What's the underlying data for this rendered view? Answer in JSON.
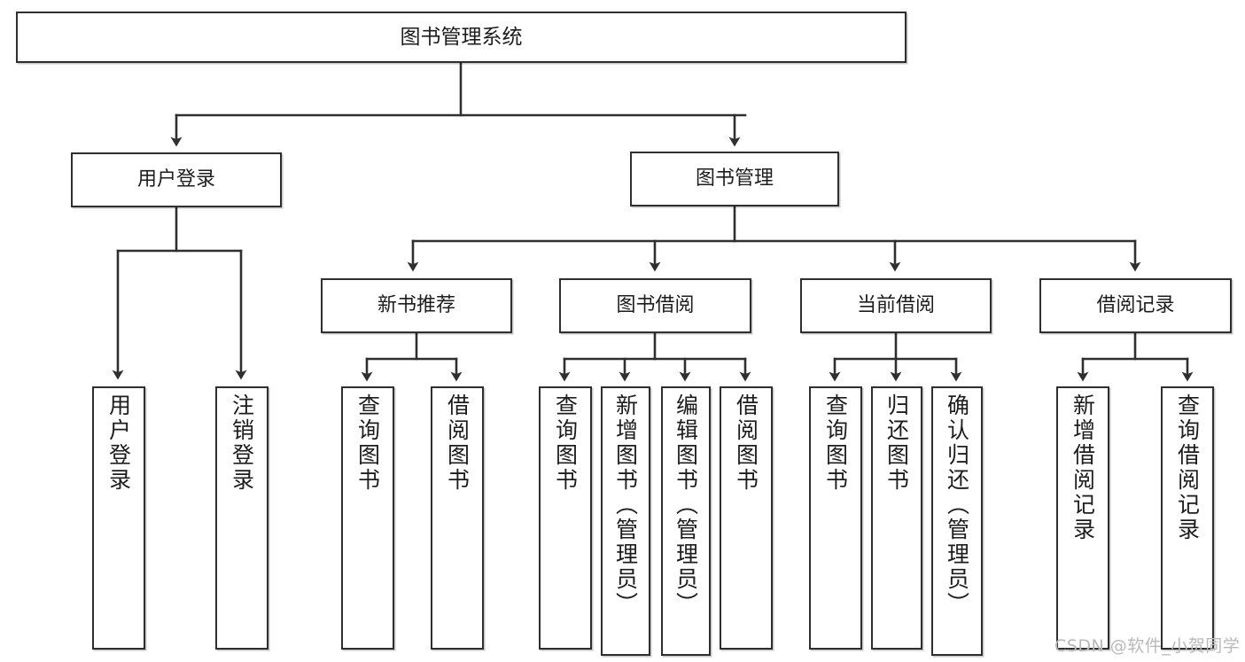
{
  "diagram": {
    "title": "图书管理系统",
    "type": "tree-hierarchy",
    "watermark": "CSDN @软件_小贺同学",
    "colors": {
      "stroke": "#2f2f2f",
      "fill": "#ffffff",
      "text": "#1d1d1d",
      "watermark": "#b9b9b9"
    },
    "levels": [
      {
        "level": 1,
        "nodes": [
          {
            "id": "root",
            "label": "图书管理系统",
            "orientation": "horizontal"
          }
        ]
      },
      {
        "level": 2,
        "nodes": [
          {
            "id": "login",
            "label": "用户登录",
            "orientation": "horizontal",
            "parent": "root"
          },
          {
            "id": "bookmgmt",
            "label": "图书管理",
            "orientation": "horizontal",
            "parent": "root"
          }
        ]
      },
      {
        "level": 3,
        "nodes": [
          {
            "id": "newbook",
            "label": "新书推荐",
            "orientation": "horizontal",
            "parent": "bookmgmt"
          },
          {
            "id": "borrow",
            "label": "图书借阅",
            "orientation": "horizontal",
            "parent": "bookmgmt"
          },
          {
            "id": "current",
            "label": "当前借阅",
            "orientation": "horizontal",
            "parent": "bookmgmt"
          },
          {
            "id": "record",
            "label": "借阅记录",
            "orientation": "horizontal",
            "parent": "bookmgmt"
          }
        ]
      },
      {
        "level": 4,
        "nodes": [
          {
            "id": "leaf-user-login",
            "label": "用户登录",
            "orientation": "vertical",
            "parent": "login"
          },
          {
            "id": "leaf-user-logout",
            "label": "注销登录",
            "orientation": "vertical",
            "parent": "login"
          },
          {
            "id": "leaf-query-book-1",
            "label": "查询图书",
            "orientation": "vertical",
            "parent": "newbook"
          },
          {
            "id": "leaf-borrow-book-1",
            "label": "借阅图书",
            "orientation": "vertical",
            "parent": "newbook"
          },
          {
            "id": "leaf-query-book-2",
            "label": "查询图书",
            "orientation": "vertical",
            "parent": "borrow"
          },
          {
            "id": "leaf-add-book",
            "label": "新增图书（管理员）",
            "orientation": "vertical",
            "parent": "borrow"
          },
          {
            "id": "leaf-edit-book",
            "label": "编辑图书（管理员）",
            "orientation": "vertical",
            "parent": "borrow"
          },
          {
            "id": "leaf-borrow-book-2",
            "label": "借阅图书",
            "orientation": "vertical",
            "parent": "borrow"
          },
          {
            "id": "leaf-query-book-3",
            "label": "查询图书",
            "orientation": "vertical",
            "parent": "current"
          },
          {
            "id": "leaf-return-book",
            "label": "归还图书",
            "orientation": "vertical",
            "parent": "current"
          },
          {
            "id": "leaf-confirm-return",
            "label": "确认归还（管理员）",
            "orientation": "vertical",
            "parent": "current"
          },
          {
            "id": "leaf-add-record",
            "label": "新增借阅记录",
            "orientation": "vertical",
            "parent": "record"
          },
          {
            "id": "leaf-query-record",
            "label": "查询借阅记录",
            "orientation": "vertical",
            "parent": "record"
          }
        ]
      }
    ]
  }
}
